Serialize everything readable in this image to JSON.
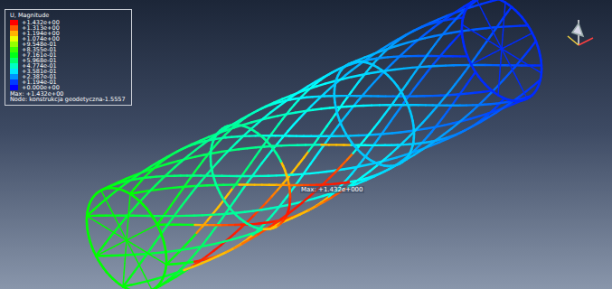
{
  "diagram": {
    "labels": [
      "U, Magnitude",
      "Max: +1.432e+00",
      "Node: konstrukcja geodetyczna-1.5557",
      "Max: +1.432e+000"
    ],
    "legend": [
      {
        "text": "+1.432e+00",
        "color": "#ff0000"
      },
      {
        "text": "+1.313e+00",
        "color": "#ff5a00"
      },
      {
        "text": "+1.194e+00",
        "color": "#ffb400"
      },
      {
        "text": "+1.074e+00",
        "color": "#ecff00"
      },
      {
        "text": "+9.548e-01",
        "color": "#94ff00"
      },
      {
        "text": "+8.355e-01",
        "color": "#3eff00"
      },
      {
        "text": "+7.161e-01",
        "color": "#00ff19"
      },
      {
        "text": "+5.968e-01",
        "color": "#00ff6d"
      },
      {
        "text": "+4.774e-01",
        "color": "#00ffc3"
      },
      {
        "text": "+3.581e-01",
        "color": "#00e7ff"
      },
      {
        "text": "+2.387e-01",
        "color": "#0091ff"
      },
      {
        "text": "+1.194e-01",
        "color": "#003bff"
      },
      {
        "text": "+0.000e+00",
        "color": "#0000ff"
      }
    ]
  }
}
